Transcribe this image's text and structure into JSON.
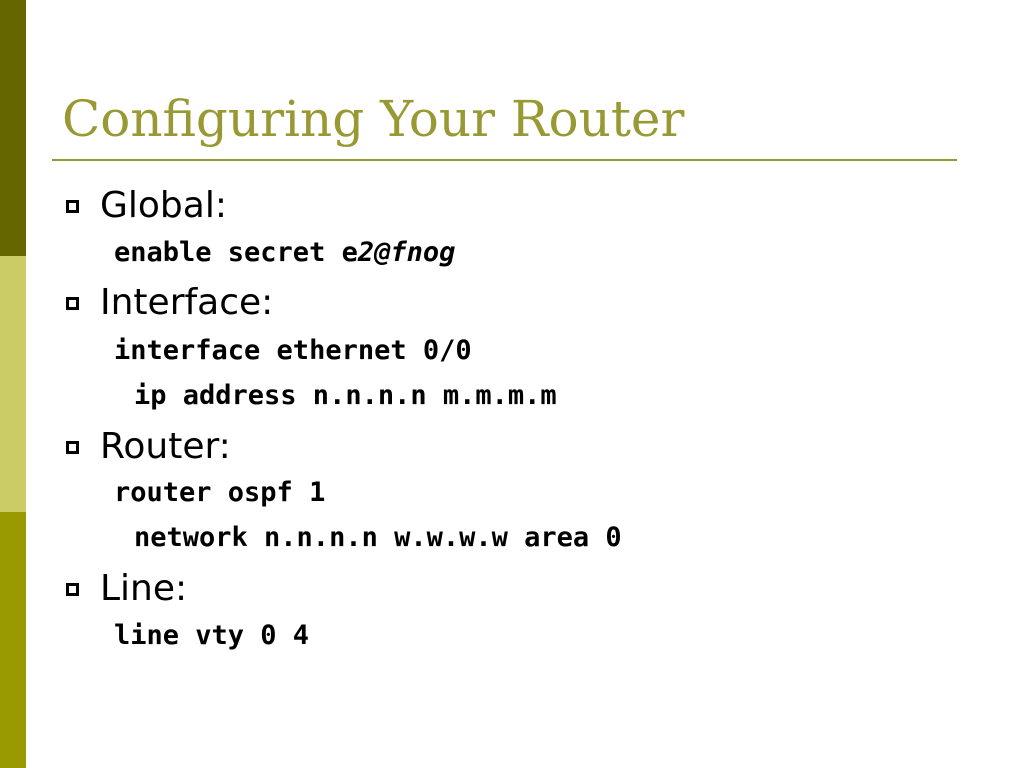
{
  "title": "Configuring Your Router",
  "colors": {
    "title": "#999933",
    "sidebar_dark": "#666600",
    "sidebar_light": "#cccc66",
    "sidebar_mid": "#999900",
    "text": "#000000"
  },
  "sections": [
    {
      "heading": "Global:",
      "lines": [
        {
          "plain": "enable secret e",
          "italic": "2@fnog"
        }
      ]
    },
    {
      "heading": "Interface:",
      "lines": [
        {
          "plain": "interface ethernet 0/0"
        },
        {
          "plain": "ip address n.n.n.n m.m.m.m"
        }
      ]
    },
    {
      "heading": "Router:",
      "lines": [
        {
          "plain": "router ospf 1"
        },
        {
          "plain": "network n.n.n.n w.w.w.w area 0"
        }
      ]
    },
    {
      "heading": "Line:",
      "lines": [
        {
          "plain": "line vty 0 4"
        }
      ]
    }
  ]
}
